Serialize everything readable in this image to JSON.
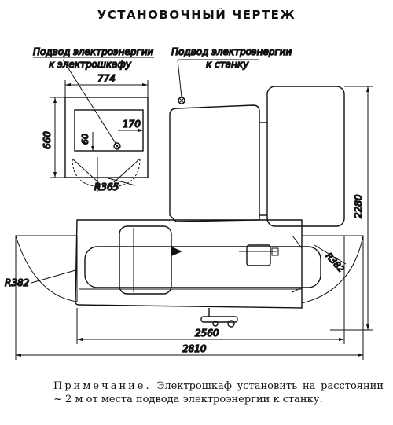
{
  "title": "УСТАНОВОЧНЫЙ ЧЕРТЕЖ",
  "callouts": {
    "cabinet_supply_line1": "Подвод электроэнергии",
    "cabinet_supply_line2": "к электрошкафу",
    "machine_supply_line1": "Подвод электроэнергии",
    "machine_supply_line2": "к станку"
  },
  "dimensions": {
    "cabinet_width": "774",
    "cabinet_depth": "660",
    "cabinet_offset_x": "170",
    "cabinet_offset_y": "60",
    "door_radius": "R365",
    "guard_radius_left": "R382",
    "guard_radius_right": "R382",
    "machine_depth": "2280",
    "machine_length": "2560",
    "overall_length": "2810"
  },
  "note": {
    "lead": "Примечание.",
    "text": "Электрошкаф установить на расстоянии ~ 2 м от места подвода электроэнергии к станку."
  }
}
